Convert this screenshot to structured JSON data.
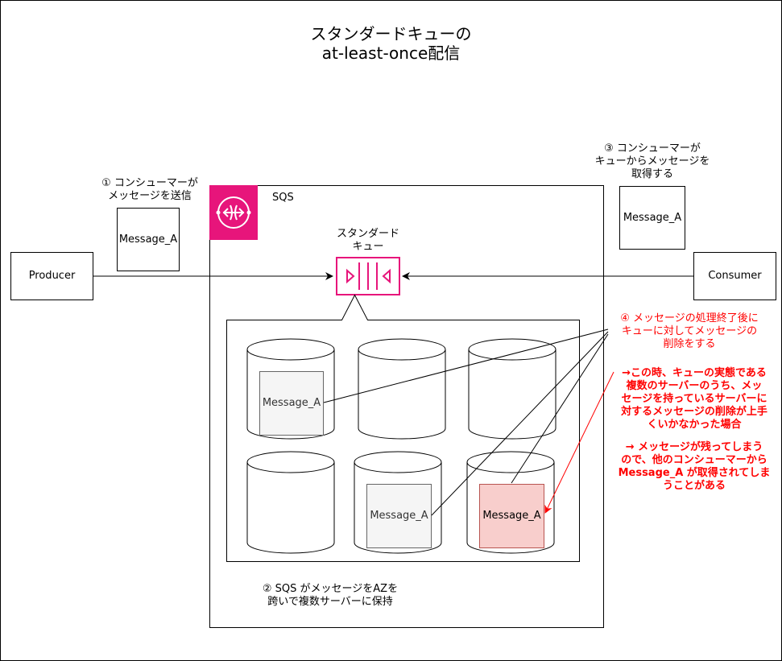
{
  "title_line1": "スタンダードキューの",
  "title_line2": "at-least-once配信",
  "producer": {
    "label": "Producer"
  },
  "consumer": {
    "label": "Consumer"
  },
  "sqs": {
    "label": "SQS",
    "queue_label": "スタンダード\nキュー",
    "icon": "sqs-icon",
    "queue_icon": "queue-icon"
  },
  "message": "Message_A",
  "steps": {
    "step1": "① コンシューマーが\nメッセージを送信",
    "step2": "② SQS がメッセージをAZを\n跨いで複数サーバーに保持",
    "step3": "③ コンシューマーが\nキューからメッセージを\n取得する",
    "step4": "④ メッセージの処理終了後に\nキューに対してメッセージの\n削除をする"
  },
  "notes": {
    "note1": "→この時、キューの実態である\n複数のサーバーのうち、メッ\nセージを持っているサーバーに\n対するメッセージの削除が上手\nくいかなかった場合",
    "note2": "→ メッセージが残ってしまう\nので、他のコンシューマーから\nMessage_A が取得されてしま\nうことがある"
  },
  "colors": {
    "sqs_brand": "#e7157b",
    "highlight_fill": "#f8cecc",
    "message_fill": "#f5f5f5",
    "red": "#ff0000"
  }
}
